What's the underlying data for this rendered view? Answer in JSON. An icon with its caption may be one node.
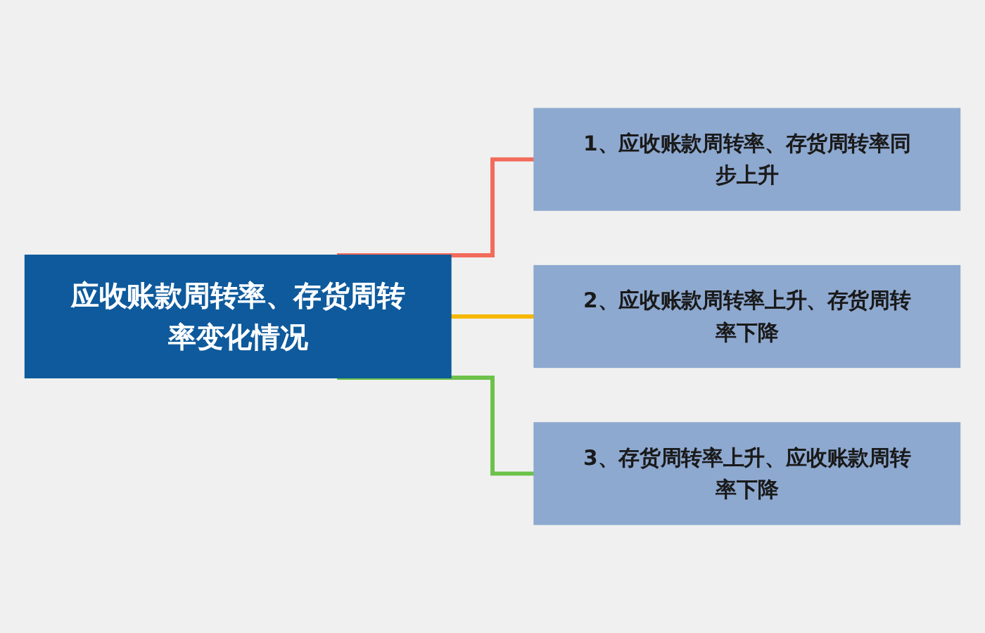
{
  "diagram": {
    "nodes": [
      {
        "text": [
          "应收账款周转率、存货周转率变化情况"
        ]
      },
      {
        "text": [
          "1、应收账款周转率、存货周转率同步上升"
        ]
      },
      {
        "text": [
          "2、应收账款周转率上升、存货周转率下降"
        ]
      },
      {
        "text": [
          "3、存货周转率上升、应收账款周转率下降"
        ]
      }
    ],
    "edges": [
      {
        "from": 0,
        "to": 1,
        "arrow": "none",
        "color": "#f26b5b"
      },
      {
        "from": 0,
        "to": 2,
        "arrow": "none",
        "color": "#f5b800"
      },
      {
        "from": 0,
        "to": 3,
        "arrow": "none",
        "color": "#6cc24a"
      }
    ]
  }
}
